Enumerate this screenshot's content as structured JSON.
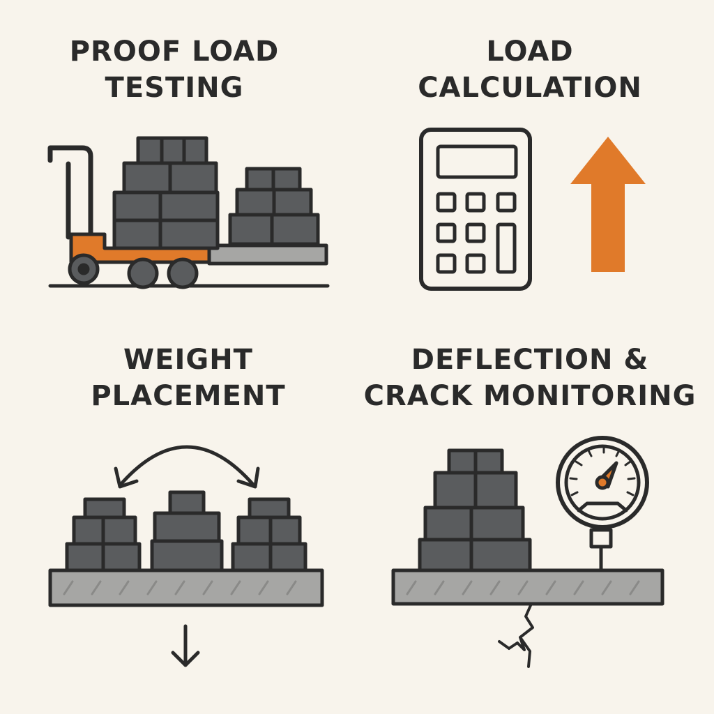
{
  "panels": [
    {
      "id": "proof-load-testing",
      "title_lines": [
        "PROOF LOAD",
        "TESTING"
      ]
    },
    {
      "id": "load-calculation",
      "title_lines": [
        "LOAD",
        "CALCULATION"
      ]
    },
    {
      "id": "weight-placement",
      "title_lines": [
        "WEIGHT",
        "PLACEMENT"
      ]
    },
    {
      "id": "deflection-crack-monitoring",
      "title_lines": [
        "DEFLECTION &",
        "CRACK MONITORING"
      ]
    }
  ],
  "colors": {
    "background": "#f8f4ec",
    "outline": "#2a2a2a",
    "block": "#5a5c5e",
    "accent": "#e07a2a",
    "slab": "#a6a6a4"
  },
  "icons": [
    "pallet-jack-icon",
    "calculator-icon",
    "up-arrow-icon",
    "curved-double-arrow-icon",
    "down-arrow-icon",
    "pressure-gauge-icon",
    "crack-icon"
  ]
}
